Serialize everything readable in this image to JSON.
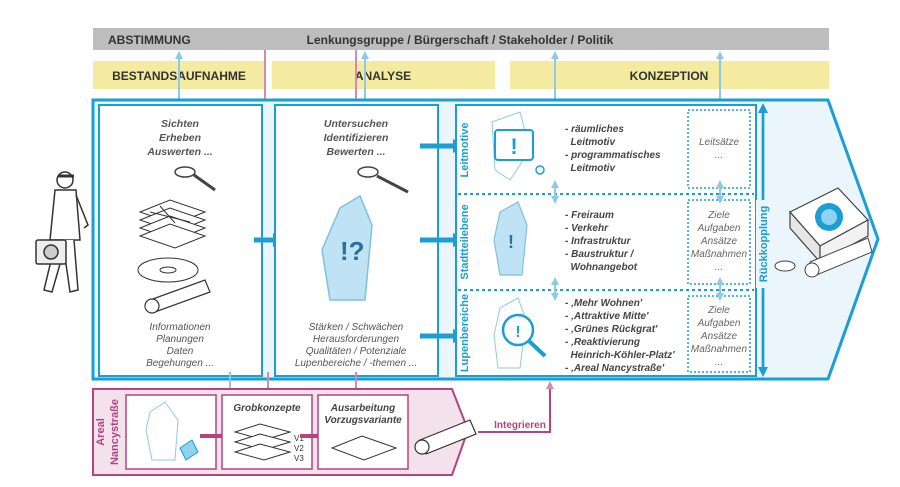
{
  "top_bar": {
    "left": "ABSTIMMUNG",
    "center": "Lenkungsgruppe / Bürgerschaft / Stakeholder / Politik"
  },
  "phases": {
    "bestand": "BESTANDSAUFNAHME",
    "analyse": "ANALYSE",
    "konzeption": "KONZEPTION"
  },
  "bestand": {
    "verbs": [
      "Sichten",
      "Erheben",
      "Auswerten ..."
    ],
    "items": [
      "Informationen",
      "Planungen",
      "Daten",
      "Begehungen ..."
    ]
  },
  "analyse": {
    "verbs": [
      "Untersuchen",
      "Identifizieren",
      "Bewerten ..."
    ],
    "items": [
      "Stärken / Schwächen",
      "Herausforderungen",
      "Qualitäten / Potenziale",
      "Lupenbereiche / -themen ..."
    ]
  },
  "konzeption": {
    "rows": [
      {
        "label": "Leitmotive",
        "bullets": [
          "- räumliches",
          "  Leitmotiv",
          "- programmatisches",
          "  Leitmotiv"
        ],
        "box": [
          "Leitsätze",
          "..."
        ]
      },
      {
        "label": "Stadtteilebene",
        "bullets": [
          "- Freiraum",
          "- Verkehr",
          "- Infrastruktur",
          "- Baustruktur /",
          "  Wohnangebot"
        ],
        "box": [
          "Ziele",
          "Aufgaben",
          "Ansätze",
          "Maßnahmen",
          "..."
        ]
      },
      {
        "label": "Lupenbereiche",
        "bullets": [
          "- ‚Mehr Wohnen'",
          "- ‚Attraktive Mitte'",
          "- ‚Grünes Rückgrat'",
          "- ‚Reaktivierung",
          "  Heinrich-Köhler-Platz'",
          "- ‚Areal Nancystraße'"
        ],
        "box": [
          "Ziele",
          "Aufgaben",
          "Ansätze",
          "Maßnahmen",
          "..."
        ]
      }
    ],
    "feedback": "Rückkopplung"
  },
  "areal": {
    "label": [
      "Areal",
      "Nancystraße"
    ],
    "grob": "Grobkonzepte",
    "versions": [
      "V1",
      "V2",
      "V3"
    ],
    "ausarbeitung": [
      "Ausarbeitung",
      "Vorzugsvariante"
    ],
    "integrieren": "Integrieren"
  },
  "colors": {
    "blue": "#1a9ed4",
    "light_blue_fill": "#eaf6fc",
    "yellow": "#f4eba0",
    "grey": "#bdbdbd",
    "pink": "#b3447f",
    "pink_fill": "#f3e2ec"
  }
}
